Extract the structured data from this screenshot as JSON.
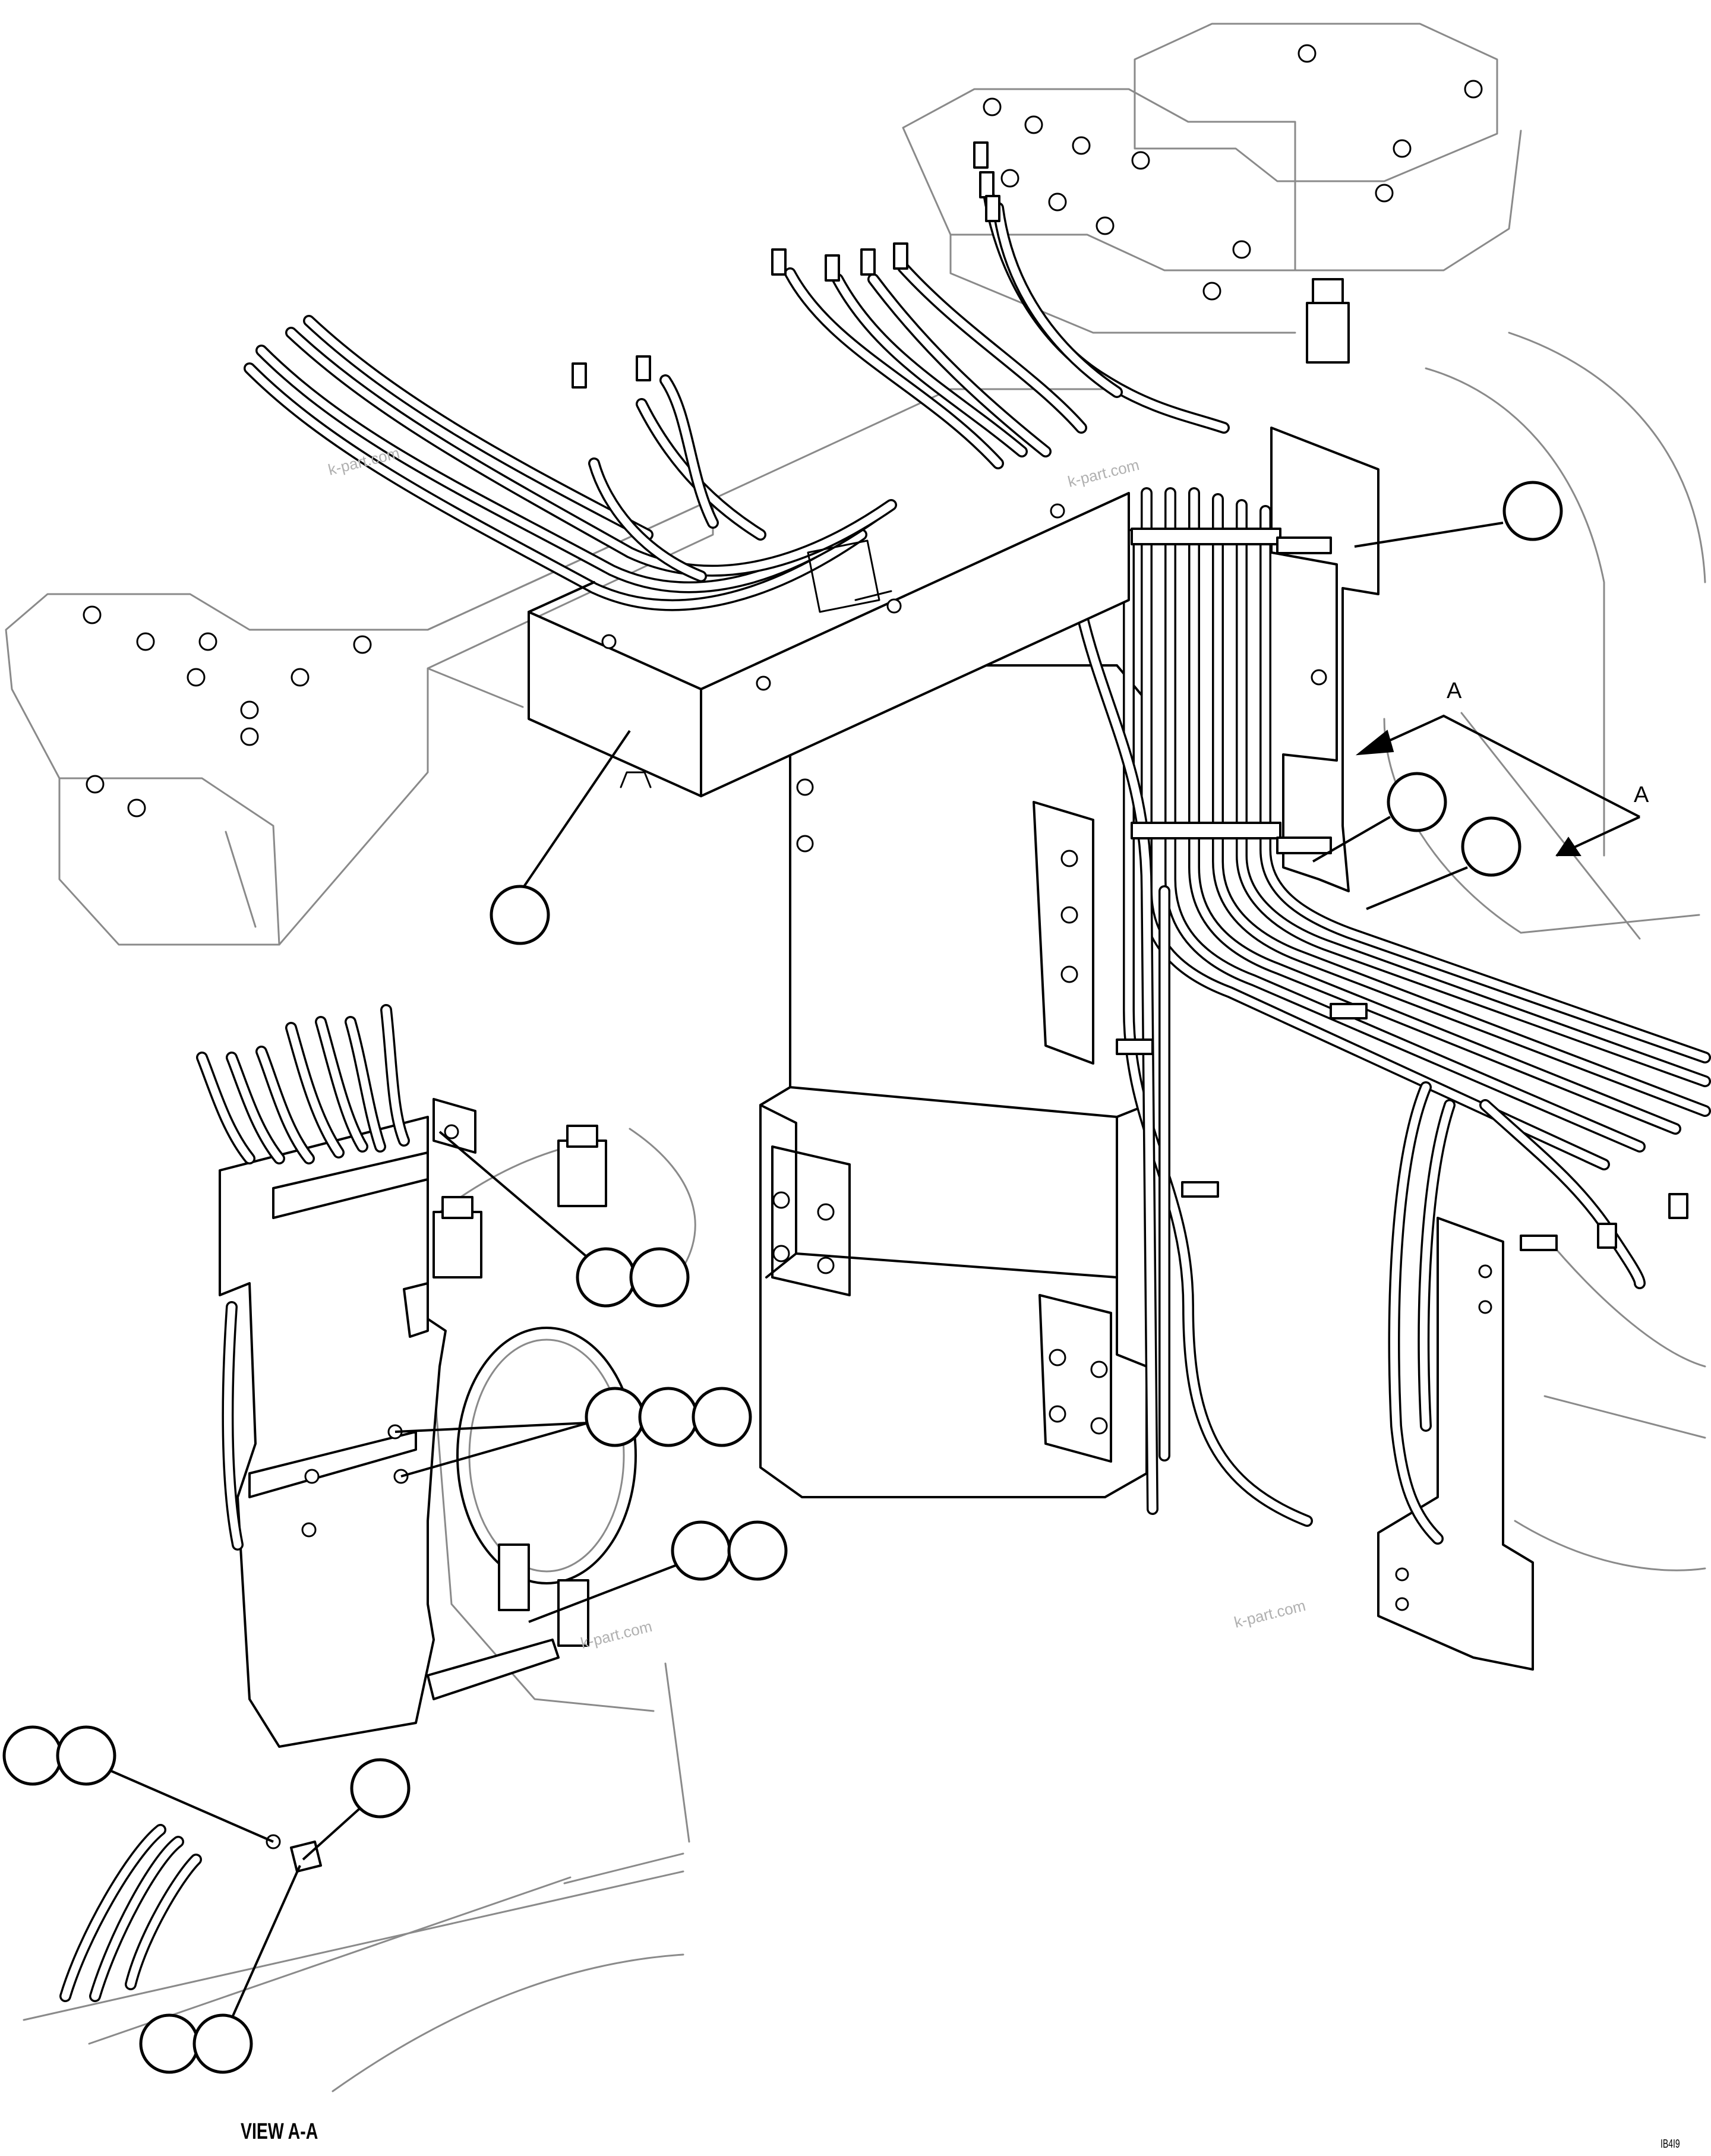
{
  "labels": {
    "section_arrow_upper": "A",
    "section_arrow_right": "A",
    "view_title": "VIEW A-A",
    "drawing_code": "IB4I9"
  },
  "watermarks": [
    "k-part.com",
    "k-part.com",
    "k-part.com",
    "k-part.com"
  ],
  "colors": {
    "line": "#000000",
    "background": "#ffffff",
    "frame_faint": "#8a8a8a",
    "watermark": "#b0b0b0"
  }
}
